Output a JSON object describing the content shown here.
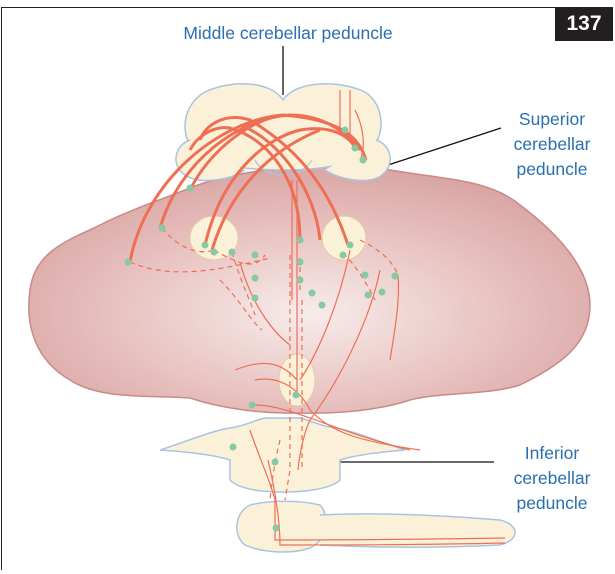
{
  "page_number": "137",
  "labels": {
    "middle_peduncle": "Middle cerebellar peduncle",
    "superior_peduncle": [
      "Superior",
      "cerebellar",
      "peduncle"
    ],
    "inferior_peduncle": [
      "Inferior",
      "cerebellar",
      "peduncle"
    ]
  },
  "colors": {
    "cerebellum_fill": "#dcaaa8",
    "cerebellum_stroke": "#c98a88",
    "brainstem_fill": "#fbf1d8",
    "brainstem_stroke": "#a8c4e0",
    "fiber": "#ef6f55",
    "neuron": "#86c9a2",
    "label_text": "#2a6fb0"
  }
}
